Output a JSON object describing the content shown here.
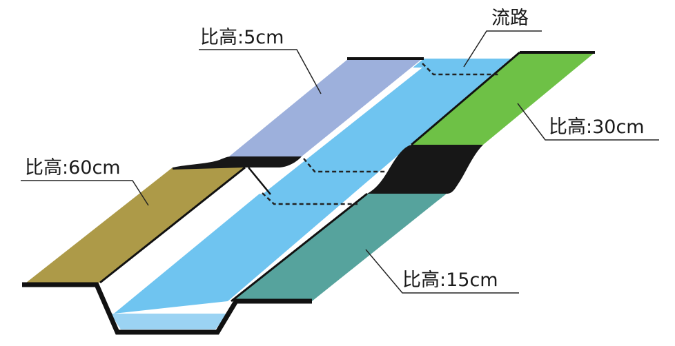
{
  "labels": {
    "upper_left": "比高:5cm",
    "channel": "流路",
    "upper_right": "比高:30cm",
    "lower_left": "比高:60cm",
    "lower_right": "比高:15cm"
  },
  "colors": {
    "water": "#6fc4f0",
    "water_bottom": "#9bd3f3",
    "bank_5cm": "#9db0dc",
    "bank_30cm": "#6ec146",
    "bank_60cm": "#ad9a48",
    "bank_15cm": "#56a39d",
    "step": "#171717"
  }
}
